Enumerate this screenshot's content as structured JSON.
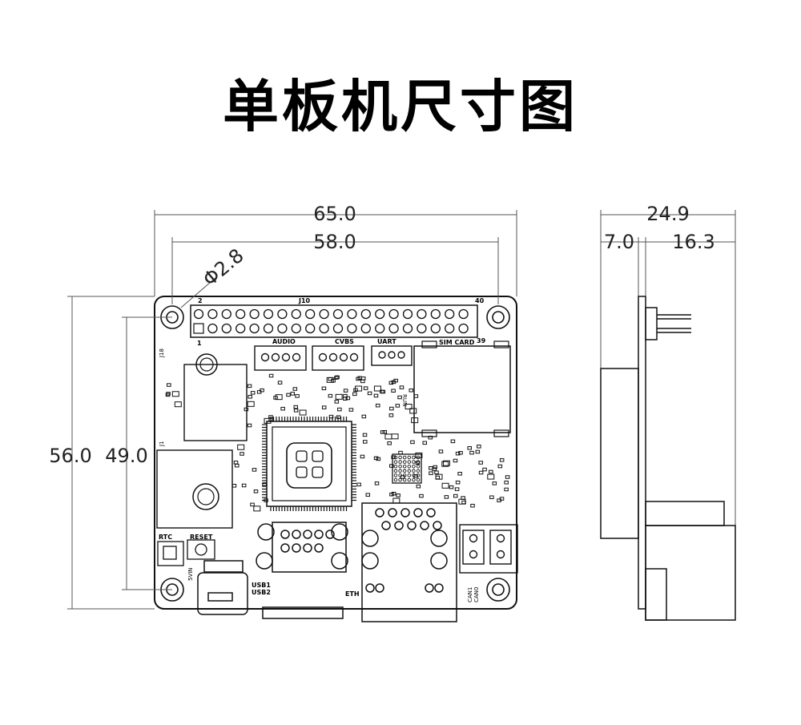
{
  "title": "单板机尺寸图",
  "dimensions": {
    "overall_width": "65.0",
    "hole_spacing_x": "58.0",
    "hole_diameter": "Φ2.8",
    "overall_height": "56.0",
    "hole_spacing_y": "49.0",
    "side_total": "24.9",
    "side_left": "7.0",
    "side_right": "16.3"
  },
  "labels": {
    "pin2": "2",
    "pin1": "1",
    "j10": "J10",
    "pin40": "40",
    "pin39": "39",
    "audio": "AUDIO",
    "cvbs": "CVBS",
    "uart": "UART",
    "sim_card": "SIM CARD",
    "rtc": "RTC",
    "reset": "RESET",
    "usb1": "USB1",
    "usb2": "USB2",
    "eth": "ETH",
    "can1": "CAN1",
    "can0": "CAN0",
    "j1": "J1",
    "j18": "J18",
    "vin": "5VIN",
    "run": "RUN"
  }
}
